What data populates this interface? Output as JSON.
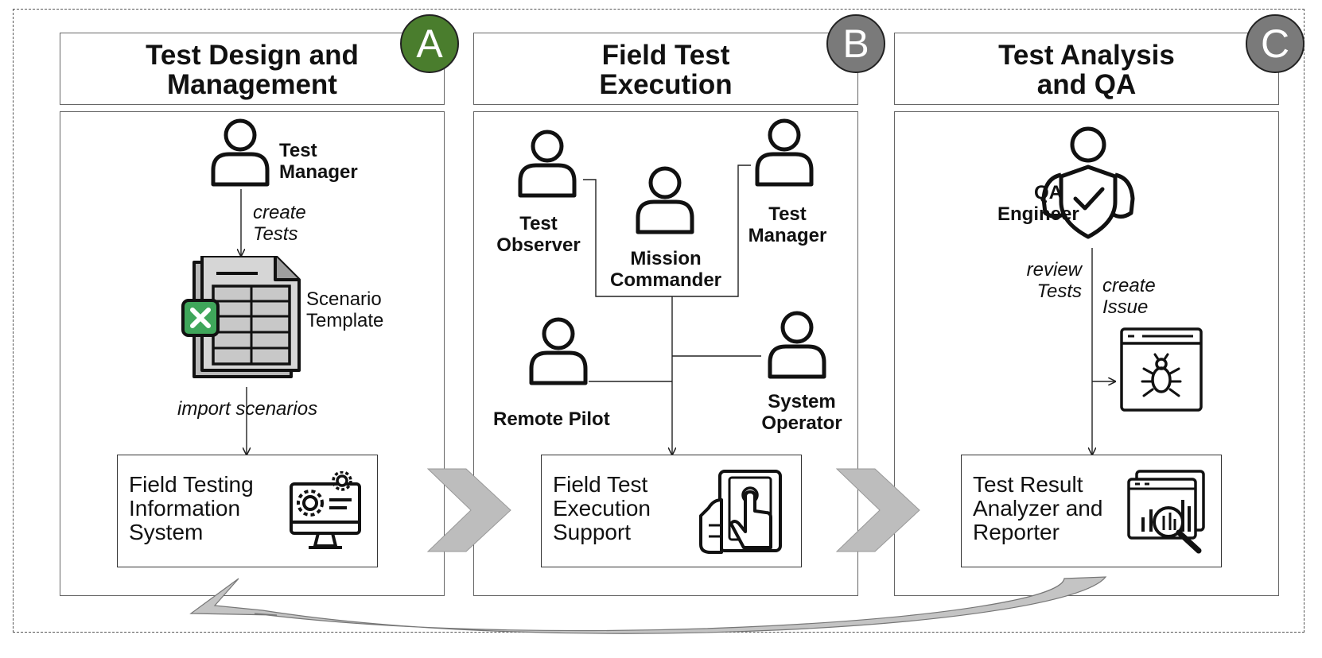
{
  "phases": [
    {
      "letter": "A",
      "title": "Test Design and\nManagement",
      "color": "#4a7d2d"
    },
    {
      "letter": "B",
      "title": "Field Test\nExecution",
      "color": "#7a7a7a"
    },
    {
      "letter": "C",
      "title": "Test Analysis\nand QA",
      "color": "#7a7a7a"
    }
  ],
  "panel_a": {
    "actor": "Test\nManager",
    "action_create": "create\nTests",
    "artifact": "Scenario\nTemplate",
    "action_import": "import scenarios",
    "system": "Field Testing\nInformation\nSystem"
  },
  "panel_b": {
    "actors": {
      "observer": "Test\nObserver",
      "commander": "Mission\nCommander",
      "manager": "Test\nManager",
      "pilot": "Remote Pilot",
      "operator": "System\nOperator"
    },
    "system": "Field Test\nExecution\nSupport"
  },
  "panel_c": {
    "actor": "QA\nEngineer",
    "action_review": "review\nTests",
    "action_issue": "create\nIssue",
    "system": "Test Result\nAnalyzer and\nReporter"
  },
  "icons": [
    "person-icon",
    "spreadsheet-icon",
    "computer-gear-icon",
    "tablet-touch-icon",
    "qa-shield-icon",
    "bug-window-icon",
    "data-analysis-icon",
    "chevron-arrow-icon",
    "feedback-arrow-icon"
  ],
  "colors": {
    "accent_green": "#4a7d2d",
    "phase_gray": "#7a7a7a",
    "excel_green": "#3fa65a",
    "arrow_gray": "#bdbdbd"
  }
}
